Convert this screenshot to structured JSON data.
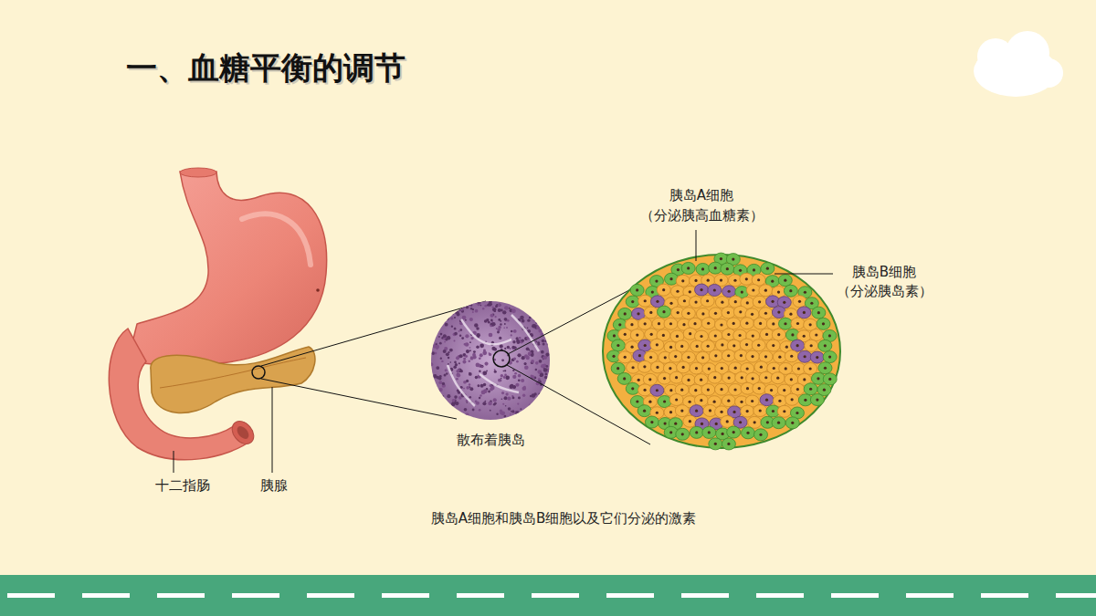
{
  "diagram": {
    "title": "一、血糖平衡的调节",
    "caption": "胰岛A细胞和胰岛B细胞以及它们分泌的激素",
    "labels": [
      "胰岛A细胞",
      "（分泌胰高血糖素）",
      "胰岛B细胞",
      "（分泌胰岛素）",
      "散布着胰岛",
      "十二指肠",
      "胰腺"
    ]
  }
}
